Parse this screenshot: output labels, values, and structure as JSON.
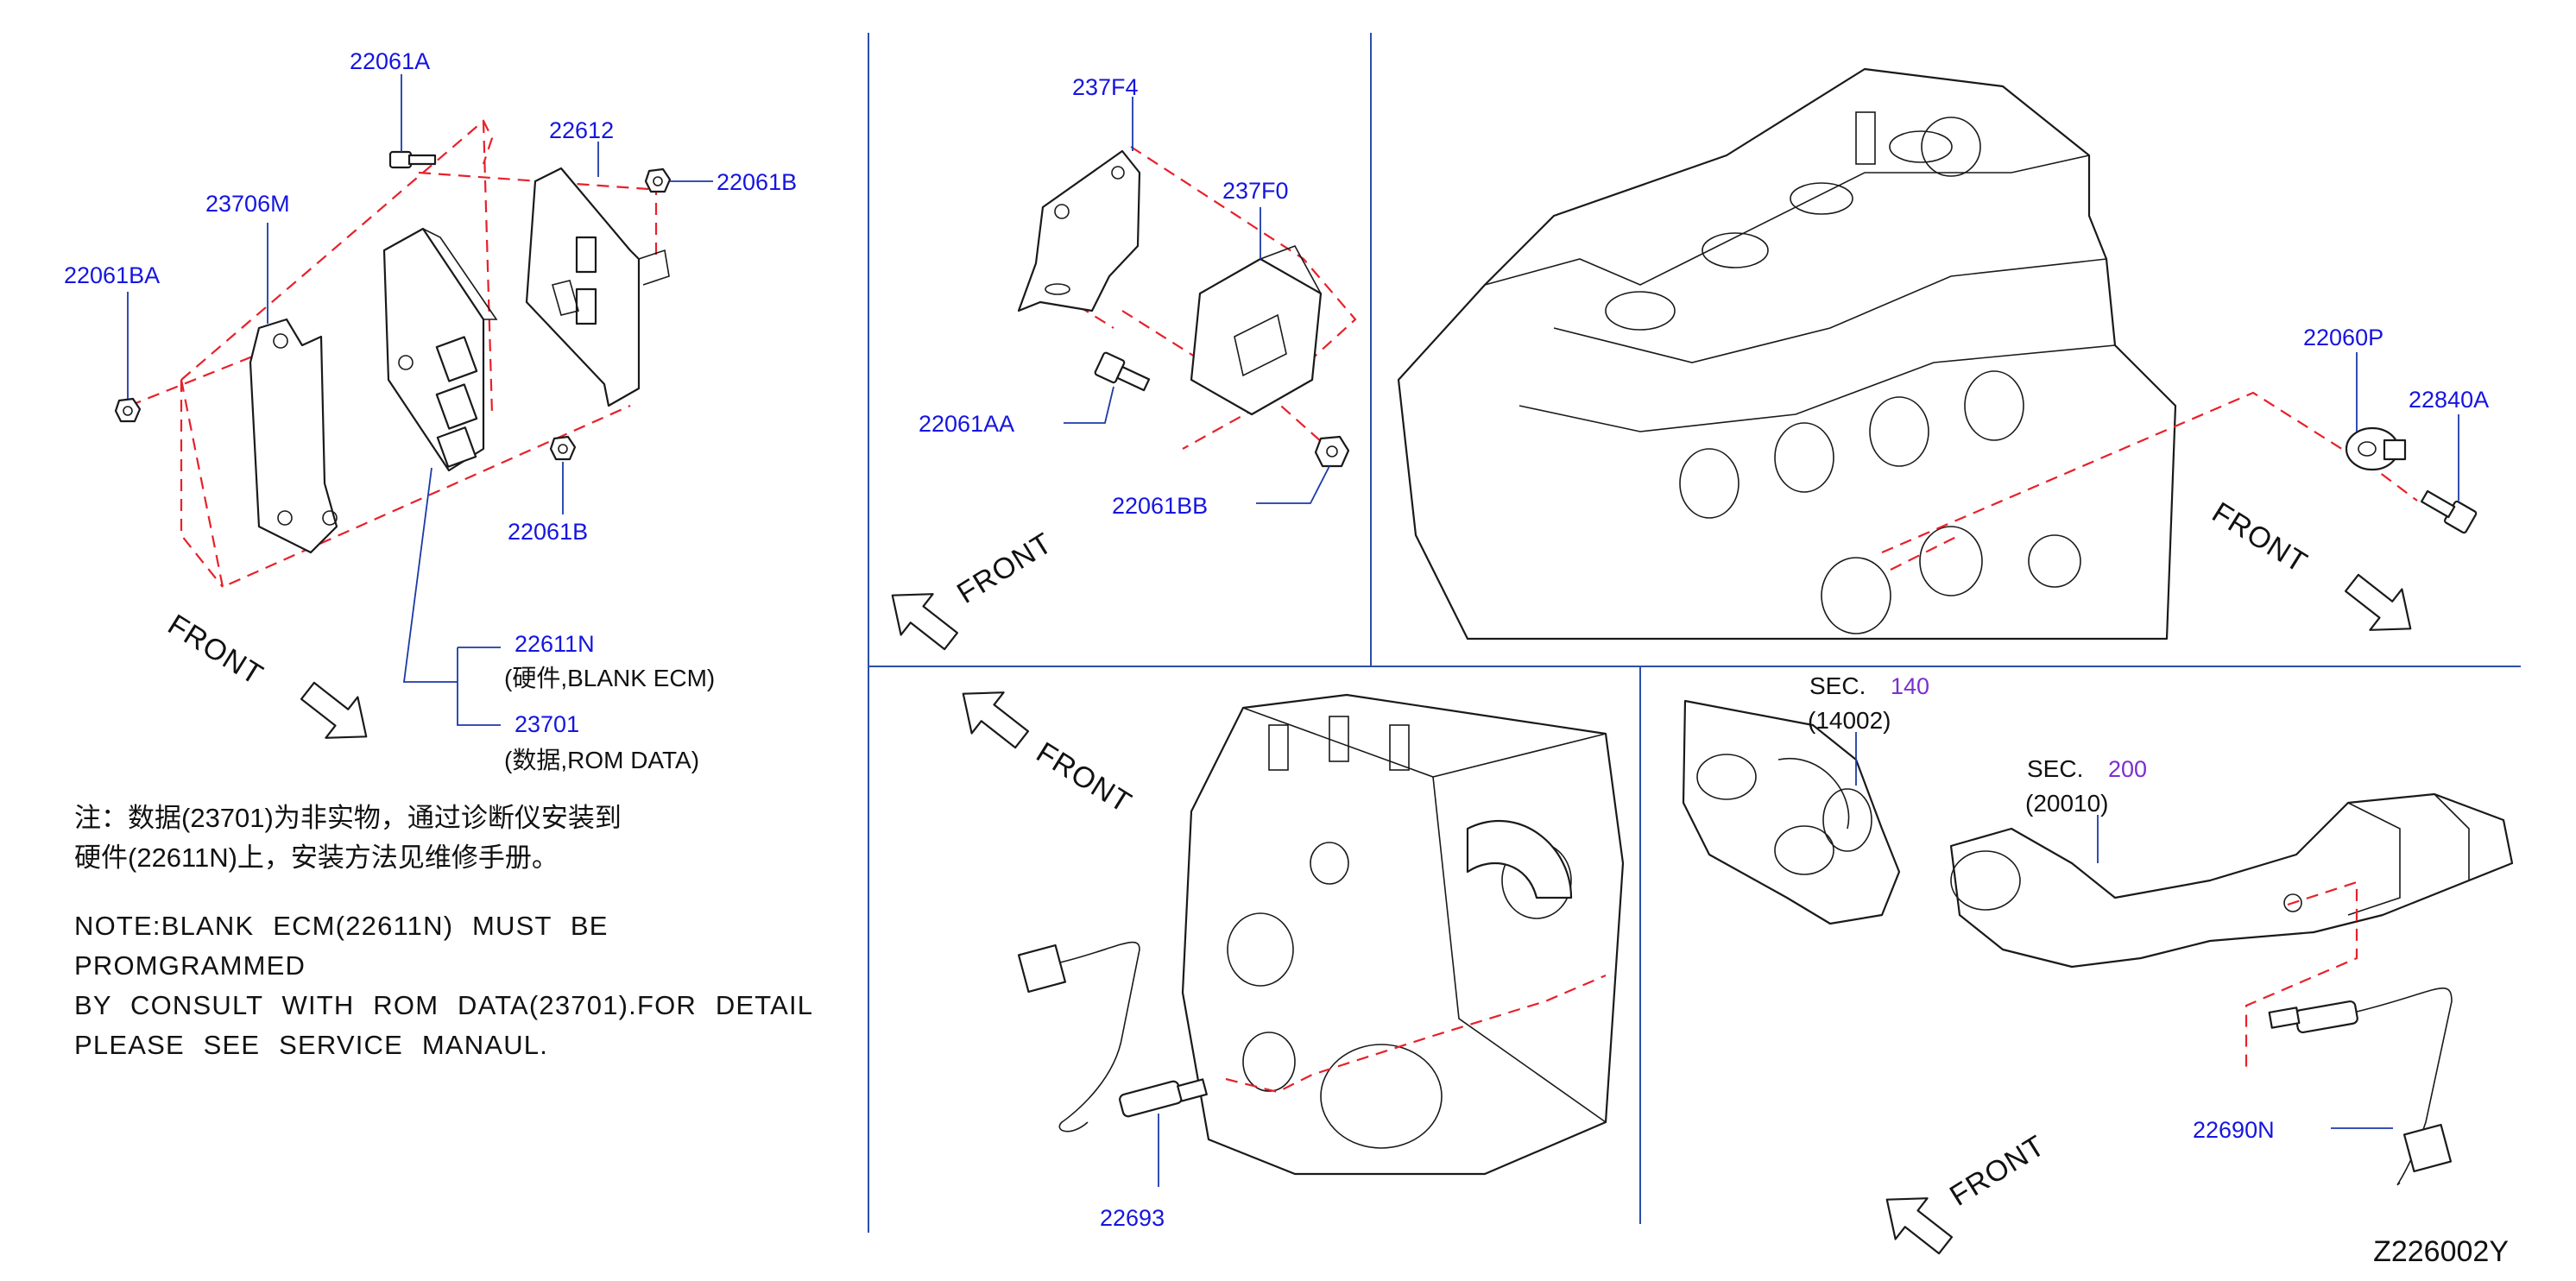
{
  "figure_id": "Z226002Y",
  "front_label": "FRONT",
  "sec_label": "SEC.",
  "parts": {
    "p22061A": "22061A",
    "p22612": "22612",
    "p22061B_top": "22061B",
    "p23706M": "23706M",
    "p22061BA": "22061BA",
    "p22061B_bottom": "22061B",
    "p22611N": "22611N",
    "p22611N_desc": "(硬件,BLANK   ECM)",
    "p23701": "23701",
    "p23701_desc": "(数据,ROM   DATA)",
    "p237F4": "237F4",
    "p237F0": "237F0",
    "p22061AA": "22061AA",
    "p22061BB": "22061BB",
    "p22060P": "22060P",
    "p22840A": "22840A",
    "p22693": "22693",
    "p22690N": "22690N",
    "sec140_num": "140",
    "sec140_ref": "(14002)",
    "sec200_num": "200",
    "sec200_ref": "(20010)"
  },
  "notes": {
    "cn_line1": "注：数据(23701)为非实物，通过诊断仪安装到",
    "cn_line2": "硬件(22611N)上，安装方法见维修手册。",
    "en_line1": "NOTE:BLANK ECM(22611N) MUST BE PROMGRAMMED",
    "en_line2": "BY CONSULT WITH ROM DATA(23701).FOR DETAIL",
    "en_line3": "PLEASE SEE SERVICE MANAUL."
  },
  "colors": {
    "label_blue": "#1515e0",
    "section_purple": "#7a2fd0",
    "dash_red": "#e8202a",
    "panel_border": "#2b4fa8"
  }
}
